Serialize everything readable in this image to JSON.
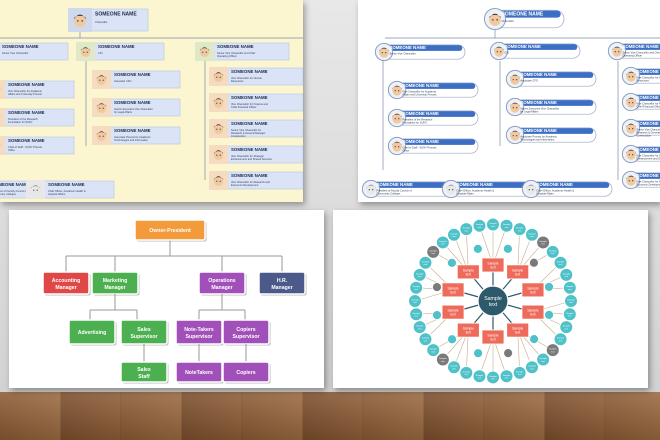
{
  "org_chart": {
    "top": {
      "name": "SOMEONE NAME",
      "title": "Chancellor"
    },
    "col_left": [
      {
        "name": "SOMEONE NAME",
        "title": "Senior Vice Chancellor"
      },
      {
        "name": "SOMEONE NAME",
        "title": "Vice Chancellor for Academic Affairs and University Provost"
      },
      {
        "name": "SOMEONE NAME",
        "title": "President of the Research Foundation for SUNY"
      },
      {
        "name": "SOMEONE NAME",
        "title": "Chief of Staff - SUNY Provost Office"
      }
    ],
    "col_mid": [
      {
        "name": "SOMEONE NAME",
        "title": "CIO"
      },
      {
        "name": "SOMEONE NAME",
        "title": "Associate CFO"
      },
      {
        "name": "SOMEONE NAME",
        "title": "Interim Executive Vice Chancellor for Legal Affairs"
      },
      {
        "name": "SOMEONE NAME",
        "title": "Associate Provost for Academic Technologies and Information"
      }
    ],
    "col_right": [
      {
        "name": "SOMEONE NAME",
        "title": "Senior Vice Chancellor and Chief Operating Officer"
      },
      {
        "name": "SOMEONE NAME",
        "title": "Vice Chancellor for Human Resources"
      },
      {
        "name": "SOMEONE NAME",
        "title": "Vice Chancellor for Finance and Chief Financial Officer"
      },
      {
        "name": "SOMEONE NAME",
        "title": "Senior Vice Chancellor for Research & General Manager Construction"
      },
      {
        "name": "SOMEONE NAME",
        "title": "Vice Chancellor for Strategic Enhancement and Shared Services"
      },
      {
        "name": "SOMEONE NAME",
        "title": "Vice Chancellor for Research and Economic Development"
      }
    ],
    "bottom": [
      {
        "name": "SOMEONE NAME",
        "title": "President of Faculty Council of Community Colleges"
      },
      {
        "name": "SOMEONE NAME",
        "title": "Chief Officer, Academic Health & Hospital Affairs"
      }
    ]
  },
  "business_chart": {
    "top": "Owner-President",
    "level2": [
      "Accounting Manager",
      "Marketing Manager",
      "Operations Manager",
      "H.R. Manager"
    ],
    "level3": [
      "Advertising",
      "Sales Supervisor",
      "Note-Takers Supervisor",
      "Copiers Supervisor"
    ],
    "level4": [
      "Sales Staff",
      "NoteTakers",
      "Copiers"
    ]
  },
  "radial_chart": {
    "center": "Sample text",
    "inner": [
      "Sample text",
      "Sample text",
      "Sample text",
      "Sample text",
      "Sample text",
      "Sample text",
      "Sample text",
      "Sample text",
      "Sample text",
      "Sample text"
    ],
    "outer_label": "Sample text"
  },
  "colors": {
    "yellow_bg": "#fbf6cf",
    "card_blue": "#dbe4f6",
    "orange": "#f39a3a",
    "red": "#e04848",
    "green": "#4caf50",
    "purple": "#a050b8",
    "navy": "#4c5a8a",
    "teal_dark": "#2d5a6b",
    "salmon": "#ee6b5b",
    "aqua": "#4fc1c8"
  }
}
